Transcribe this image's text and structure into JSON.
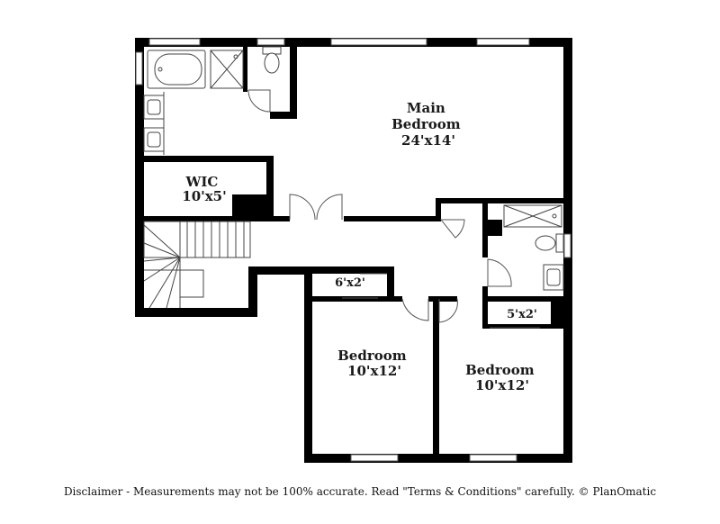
{
  "rooms": {
    "main_bedroom": {
      "name": "Main\nBedroom",
      "dims": "24'x14'"
    },
    "wic": {
      "name": "WIC",
      "dims": "10'x5'"
    },
    "closet_a": {
      "dims": "6'x2'"
    },
    "closet_b": {
      "dims": "5'x2'"
    },
    "bedroom_1": {
      "name": "Bedroom",
      "dims": "10'x12'"
    },
    "bedroom_2": {
      "name": "Bedroom",
      "dims": "10'x12'"
    }
  },
  "disclaimer": "Disclaimer - Measurements may not be 100% accurate. Read \"Terms & Conditions\" carefully. © PlanOmatic",
  "colors": {
    "wall": "#000000",
    "text": "#1a1a1a",
    "background": "#ffffff"
  }
}
